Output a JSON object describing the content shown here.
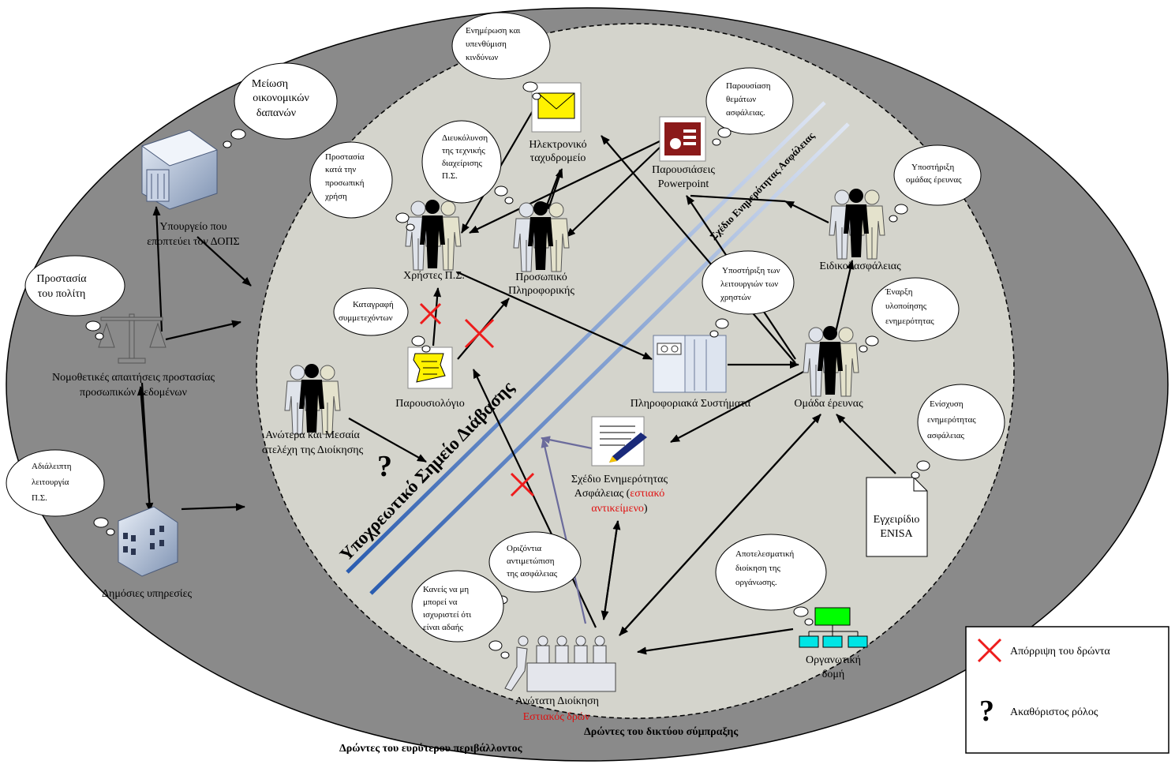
{
  "outer_ring_label": "Δρώντες του ευρύτερου περιβάλλοντος",
  "inner_ring_label": "Δρώντες του δικτύου σύμπραξης",
  "passage_point": "Υποχρεωτικό Σημείο Διάβασης",
  "plan_band_label": "Σχέδιο Ενημερότητας Ασφάλειας",
  "actors": {
    "ministry": [
      "Υπουργείο που",
      "εποπτεύει τον ΔΟΠΣ"
    ],
    "legislation": [
      "Νομοθετικές απαιτήσεις προστασίας",
      "προσωπικών δεδομένων"
    ],
    "public_services": "Δημόσιες υπηρεσίες",
    "is_users": "Χρήστες Π.Σ.",
    "it_staff": [
      "Προσωπικό",
      "Πληροφορικής"
    ],
    "email": [
      "Ηλεκτρονικό",
      "ταχυδρομείο"
    ],
    "powerpoint": [
      "Παρουσιάσεις",
      "Powerpoint"
    ],
    "attendance": "Παρουσιολόγιο",
    "managers": [
      "Ανώτερα και Μεσαία",
      "στελέχη της Διοίκησης"
    ],
    "info_systems": "Πληροφοριακά Συστήματα",
    "research_team": "Ομάδα έρευνας",
    "security_experts": "Ειδικοί ασφάλειας",
    "plan": {
      "line1": "Σχέδιο Ενημερότητας",
      "line2_a": "Ασφάλειας (",
      "line2_b": "εστιακό",
      "line3_a": "αντικείμενο",
      "line3_b": ")"
    },
    "enisa": [
      "Εγχειρίδιο",
      "ENISA"
    ],
    "top_mgmt": "Ανώτατη Διοίκηση",
    "focal_actor": "Εστιακός δρών",
    "org_structure": [
      "Οργανωτική",
      "δομή"
    ]
  },
  "clouds": {
    "cost": [
      "Μείωση",
      "οικονομικών",
      "δαπανών"
    ],
    "citizen": [
      "Προστασία",
      "του πολίτη"
    ],
    "continuous": [
      "Αδιάλειπτη",
      "λειτουργία",
      "Π.Σ."
    ],
    "personal_use": [
      "Προστασία",
      "κατά την",
      "προσωπική",
      "χρήση"
    ],
    "inform_risks": [
      "Ενημέρωση και",
      "υπενθύμιση",
      "κινδύνων"
    ],
    "facilitate": [
      "Διευκόλυνση",
      "της τεχνικής",
      "διαχείρισης",
      "Π.Σ."
    ],
    "topics": [
      "Παρουσίαση",
      "θεμάτων",
      "ασφάλειας."
    ],
    "support_team": [
      "Υποστήριξη",
      "ομάδας έρευνας"
    ],
    "register": [
      "Καταγραφή",
      "συμμετεχόντων"
    ],
    "support_users": [
      "Υποστήριξη των",
      "λειτουργιών των",
      "χρηστών"
    ],
    "start_impl": [
      "Έναρξη",
      "υλοποίησης",
      "ενημερότητας"
    ],
    "strengthen": [
      "Ενίσχυση",
      "ενημερότητας",
      "ασφάλειας"
    ],
    "horizontal": [
      "Οριζόντια",
      "αντιμετώπιση",
      "της ασφάλειας"
    ],
    "nobody": [
      "Κανείς να μη",
      "μπορεί να",
      "ισχυριστεί ότι",
      "είναι αδαής"
    ],
    "effective": [
      "Αποτελεσματική",
      "διοίκηση της",
      "οργάνωσης."
    ]
  },
  "legend": {
    "reject": "Απόρριψη του δρώντα",
    "unknown": "Ακαθόριστος ρόλος"
  },
  "colors": {
    "outer": "#8a8a8a",
    "inner": "#d4d4cc",
    "reject": "#ee1c1c",
    "band": "#3a6cc0",
    "email": "#fff200",
    "org": "#00ff00"
  }
}
